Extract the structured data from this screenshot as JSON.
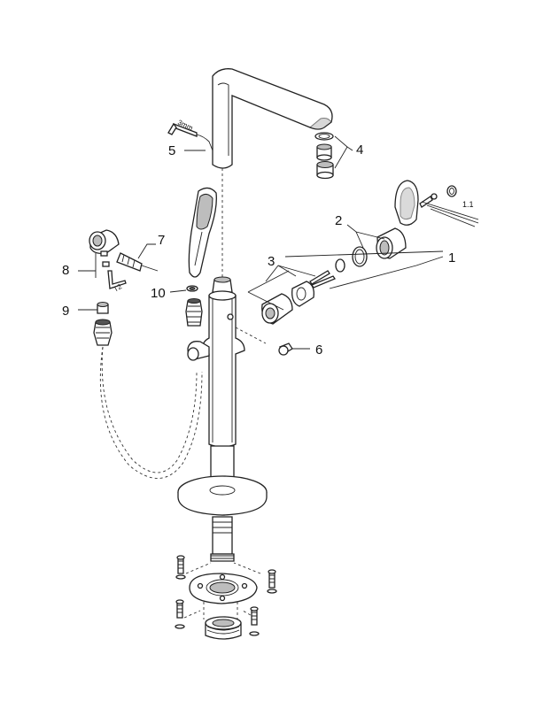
{
  "callouts": {
    "c1": "1",
    "c1_1": "1.1",
    "c2": "2",
    "c3": "3",
    "c4": "4",
    "c5": "5",
    "c6": "6",
    "c7": "7",
    "c8": "8",
    "c9": "9",
    "c10": "10"
  },
  "tool_labels": {
    "hex_key_size": "3mm",
    "wrench_size": "T2"
  },
  "colors": {
    "line": "#222222",
    "shade": "#bdbdbd",
    "background": "#ffffff"
  }
}
